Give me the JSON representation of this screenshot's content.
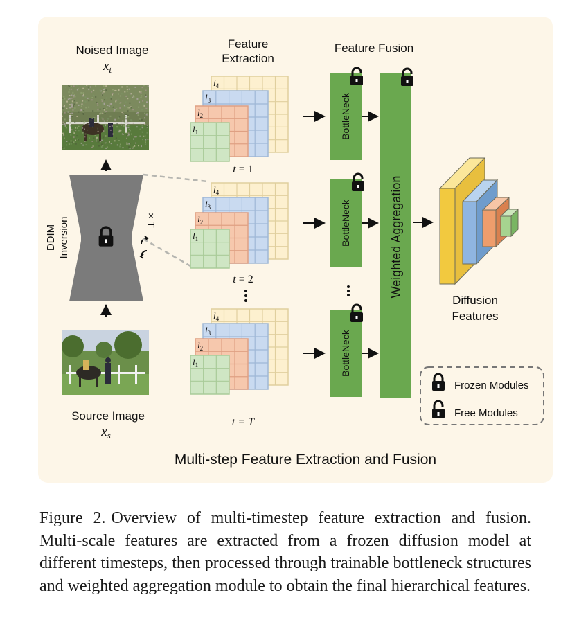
{
  "figure": {
    "panel_title": "Multi-step Feature Extraction and Fusion",
    "noised_image": {
      "label": "Noised Image",
      "symbol_base": "x",
      "symbol_sub": "t"
    },
    "source_image": {
      "label": "Source Image",
      "symbol_base": "x",
      "symbol_sub": "s"
    },
    "ddim": {
      "line1": "DDIM",
      "line2": "Inversion",
      "repeat_label": "× T"
    },
    "feature_extraction": {
      "line1": "Feature",
      "line2": "Extraction"
    },
    "feature_fusion": "Feature Fusion",
    "layer_labels": [
      "l4",
      "l3",
      "l2",
      "l1"
    ],
    "timesteps": [
      {
        "base": "t",
        "value": "= 1"
      },
      {
        "base": "t",
        "value": "= 2"
      },
      {
        "base": "t",
        "value": "= T"
      }
    ],
    "bottleneck_label": "BottleNeck",
    "weighted_aggregation": "Weighted Aggregation",
    "diffusion_features": {
      "line1": "Diffusion",
      "line2": "Features"
    },
    "legend": {
      "frozen": "Frozen Modules",
      "free": "Free Modules"
    },
    "colors": {
      "panel_bg": "#fdf6e8",
      "green_module": "#6aa84f",
      "layer4": "#fdf0cf",
      "layer3": "#c9daf0",
      "layer2": "#f6c8ad",
      "layer1": "#cfe6c4",
      "unet_gray": "#7b7b7b"
    }
  },
  "caption": {
    "label": "Figure 2.",
    "text": "Overview of multi-timestep feature extraction and fusion. Multi-scale features are extracted from a frozen diffusion model at different timesteps, then processed through trainable bottleneck structures and weighted aggregation module to obtain the final hierarchical features."
  }
}
